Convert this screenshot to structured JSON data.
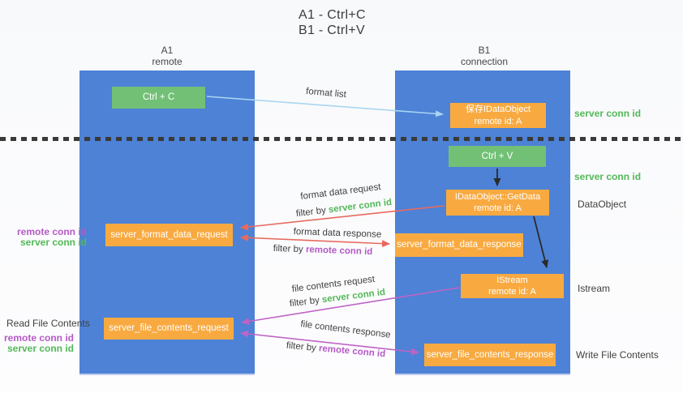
{
  "title": {
    "line1": "A1 - Ctrl+C",
    "line2": "B1 - Ctrl+V"
  },
  "columns": {
    "a1": {
      "name": "A1",
      "subtitle": "remote"
    },
    "b1": {
      "name": "B1",
      "subtitle": "connection"
    }
  },
  "boxes": {
    "ctrl_c": {
      "label": "Ctrl + C"
    },
    "save_idataobject": {
      "line1": "保存IDataObject",
      "line2": "remote id: A"
    },
    "ctrl_v": {
      "label": "Ctrl + V"
    },
    "getdata": {
      "line1": "IDataObject::GetData",
      "line2": "remote id: A"
    },
    "format_request": {
      "label": "server_format_data_request"
    },
    "format_response": {
      "label": "server_format_data_response"
    },
    "istream": {
      "line1": "IStream",
      "line2": "remote id: A"
    },
    "file_request": {
      "label": "server_file_contents_request"
    },
    "file_response": {
      "label": "server_file_contents_response"
    }
  },
  "arrow_labels": {
    "format_list": "format list",
    "format_data_request": "format data request",
    "format_data_request_filter": {
      "prefix": "filter by ",
      "id": "server conn id"
    },
    "format_data_response": "format data response",
    "format_data_response_filter": {
      "prefix": "filter by ",
      "id": "remote conn id"
    },
    "file_contents_request": "file contents request",
    "file_contents_request_filter": {
      "prefix": "filter by ",
      "id": "server conn id"
    },
    "file_contents_response": "file contents response",
    "file_contents_response_filter": {
      "prefix": "filter by ",
      "id": "remote conn id"
    }
  },
  "side_labels": {
    "right_server_conn_id_1": "server conn id",
    "right_server_conn_id_2": "server conn id",
    "dataobject": "DataObject",
    "istream": "Istream",
    "write_file_contents": "Write File Contents",
    "left_remote_conn_id_1": "remote conn id",
    "left_server_conn_id_1": "server conn id",
    "read_file_contents": "Read File Contents",
    "left_remote_conn_id_2": "remote conn id",
    "left_server_conn_id_2": "server conn id"
  },
  "colors": {
    "column_blue": "#4d82d6",
    "box_green": "#72c076",
    "box_orange": "#f8aa41",
    "arrow_red": "#e8695f",
    "arrow_magenta": "#bf63c6",
    "arrow_light_blue": "#a9d5f2",
    "arrow_black": "#2b2b2b",
    "label_green": "#53b858",
    "label_purple": "#b55ac6"
  }
}
